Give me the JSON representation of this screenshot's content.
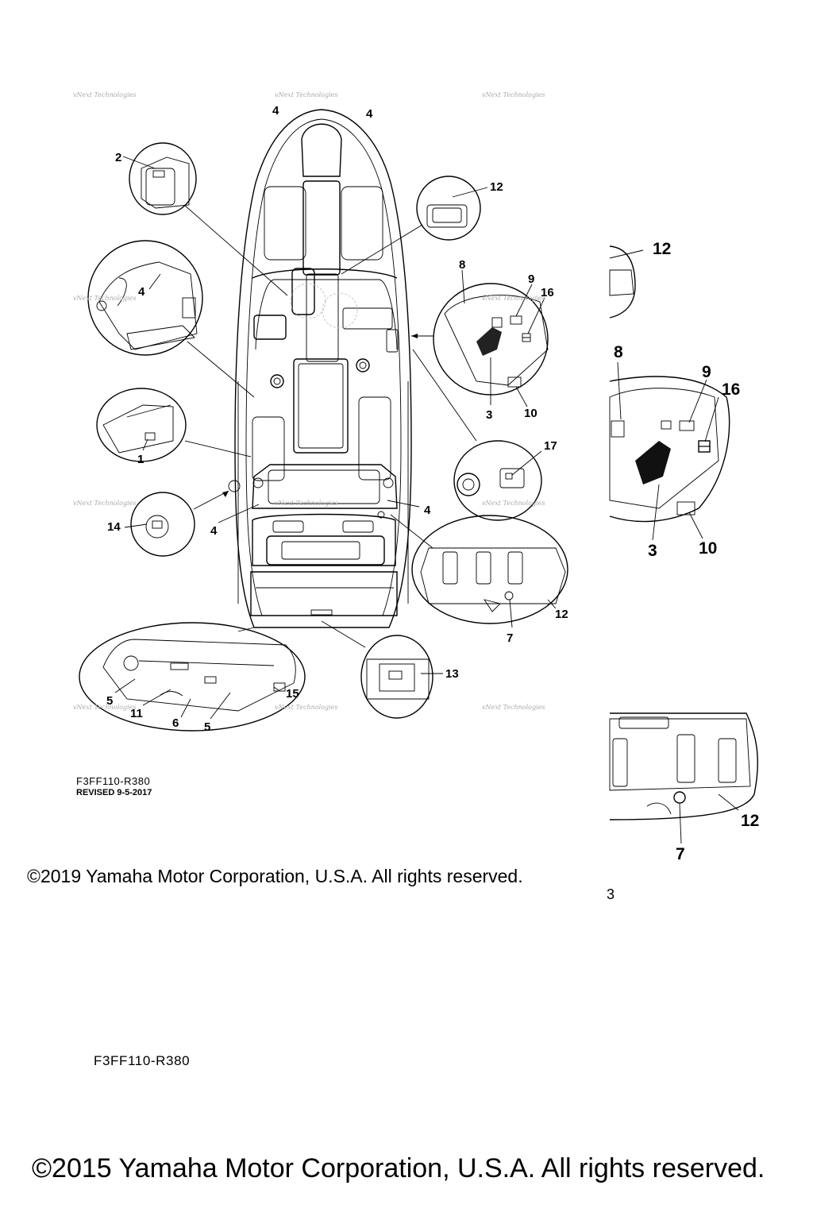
{
  "diagram": {
    "part_code": "F3FF110-R380",
    "revised": "REVISED 9-5-2017",
    "watermark": "vNext Technologies",
    "copyright_2019": "©2019 Yamaha Motor Corporation, U.S.A. All rights reserved.",
    "copyright_2015": "©2015 Yamaha Motor Corporation, U.S.A. All rights reserved.",
    "stray_mark": "3",
    "callouts": [
      "1",
      "2",
      "3",
      "4",
      "5",
      "6",
      "7",
      "8",
      "9",
      "10",
      "11",
      "12",
      "13",
      "14",
      "15",
      "16",
      "17"
    ]
  }
}
